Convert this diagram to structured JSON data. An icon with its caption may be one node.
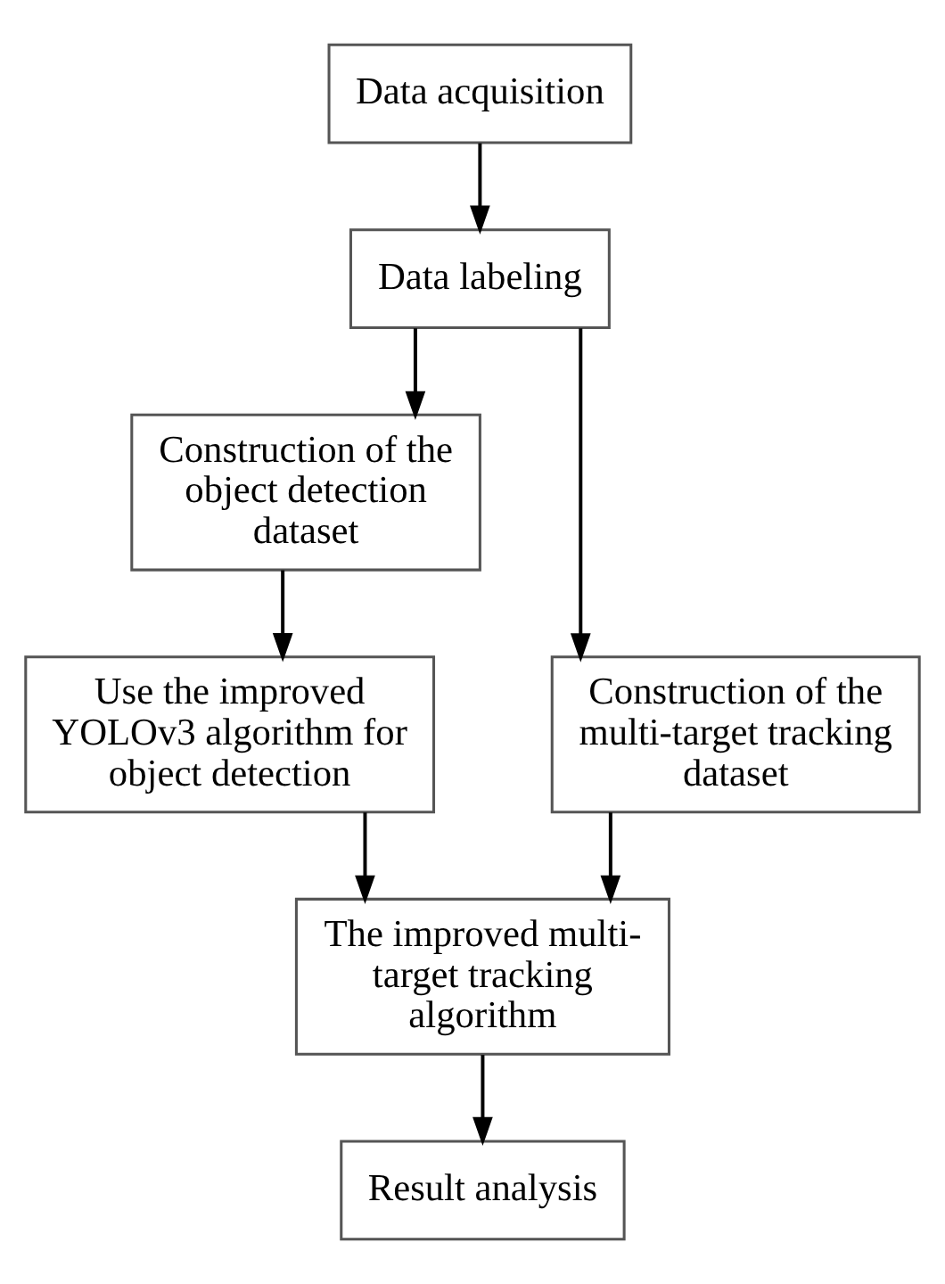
{
  "diagram": {
    "nodes": [
      {
        "text": [
          "Data acquisition"
        ]
      },
      {
        "text": [
          "Data labeling"
        ]
      },
      {
        "text": [
          "Construction of the object detection dataset"
        ]
      },
      {
        "text": [
          "Construction of the multi-target tracking dataset"
        ]
      },
      {
        "text": [
          "Use the improved YOLOv3 algorithm for object detection"
        ]
      },
      {
        "text": [
          "The improved multi-target tracking algorithm"
        ]
      },
      {
        "text": [
          "Result analysis"
        ]
      }
    ],
    "edges": [
      {
        "from": 0,
        "to": 1,
        "arrow": "to"
      },
      {
        "from": 1,
        "to": 2,
        "arrow": "to"
      },
      {
        "from": 1,
        "to": 3,
        "arrow": "to"
      },
      {
        "from": 2,
        "to": 4,
        "arrow": "to"
      },
      {
        "from": 4,
        "to": 5,
        "arrow": "to"
      },
      {
        "from": 3,
        "to": 5,
        "arrow": "to"
      },
      {
        "from": 5,
        "to": 6,
        "arrow": "to"
      }
    ]
  }
}
